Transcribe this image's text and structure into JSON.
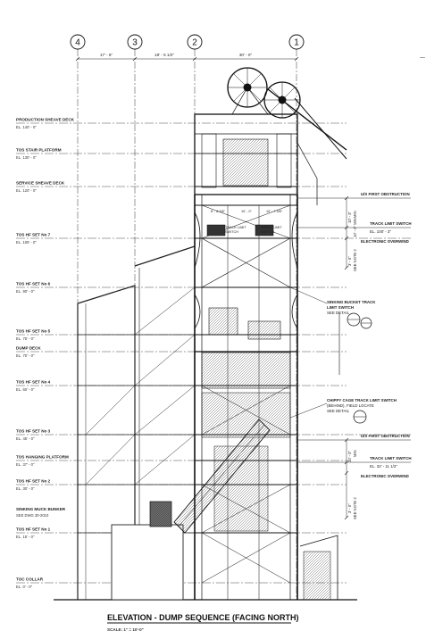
{
  "grid_lines": [
    "4",
    "3",
    "2",
    "1"
  ],
  "grid_dims": [
    "17' - 6\"",
    "18' - 5 1/2\"",
    "30' - 0\""
  ],
  "levels": [
    {
      "name": "PRODUCTION SHEAVE DECK",
      "el": "EL. 140' - 0\""
    },
    {
      "name": "TOS STAIR PLATFORM",
      "el": "EL. 130' - 0\""
    },
    {
      "name": "SERVICE SHEAVE DECK",
      "el": "EL. 120' - 0\""
    },
    {
      "name": "TOS HF SET No 7",
      "el": "EL. 105' - 0\""
    },
    {
      "name": "TOS HF SET No 6",
      "el": "EL. 90' - 0\""
    },
    {
      "name": "TOS HF SET No 5",
      "el": "EL. 75' - 0\""
    },
    {
      "name": "DUMP DECK",
      "el": "EL. 70' - 0\""
    },
    {
      "name": "TOS HF SET No 4",
      "el": "EL. 60' - 0\""
    },
    {
      "name": "TOS HF SET No 3",
      "el": "EL. 45' - 0\""
    },
    {
      "name": "TOS HANGING PLATFORM",
      "el": "EL. 37' - 0\""
    },
    {
      "name": "TOS HF SET No 2",
      "el": "EL. 30' - 0\""
    },
    {
      "name": "SINKING MUCK BUNKER",
      "el": "SEE DWG 30-2010"
    },
    {
      "name": "TOS HF SET No 1",
      "el": "EL. 15' - 0\""
    },
    {
      "name": "TOC COLLAR",
      "el": "EL. 0' - 0\""
    }
  ],
  "bay_dims": [
    "8' - 8 3/8\"",
    "10' - 0\"",
    "10' - 7 3/8\""
  ],
  "annotations": {
    "upper_first_obstruction": "U/S FIRST OBSTRUCTION",
    "upper_track_limit": "TRACK LIMIT SWITCH",
    "upper_track_limit_el": "EL. 100' - 3\"",
    "upper_overwind": "ELECTRONIC OVERWIND",
    "upper_dim_a": "10' - 3\"",
    "upper_dim_a_sub": "MIN",
    "upper_dim_b": "10' - 0\" MIN",
    "upper_dim_c": "3' - 0\"",
    "upper_note": "SEE NOTE 2",
    "sinking_bucket_1": "SINKING BUCKET TRACK",
    "sinking_bucket_2": "LIMIT SWITCH",
    "sinking_bucket_3": "SEE DETAIL",
    "chippy_1": "CHIPPY CAGE TRACK LIMIT SWITCH",
    "chippy_2": "(BEHIND), FIELD LOCATE",
    "chippy_3": "SEE DETAIL",
    "lower_first_obstruction": "U/S FIRST OBSTRUCTION",
    "lower_track_limit": "TRACK LIMIT SWITCH",
    "lower_track_limit_el": "EL. 32' - 11 1/2\"",
    "lower_overwind": "ELECTRONIC OVERWIND",
    "lower_dim_a": "10' - 0\"",
    "lower_dim_a_sub": "MIN",
    "lower_dim_c": "3' - 0\"",
    "lower_note": "SEE NOTE 2",
    "track_limit_switch_a": "TRACK LIMIT",
    "track_limit_switch_b": "SWITCH",
    "track_limit_switch_c": "TRACK LIMIT",
    "track_limit_switch_d": "SWITCH"
  },
  "title": "ELEVATION - DUMP SEQUENCE (FACING NORTH)",
  "scale": "SCALE:   1\" = 10'-0\""
}
